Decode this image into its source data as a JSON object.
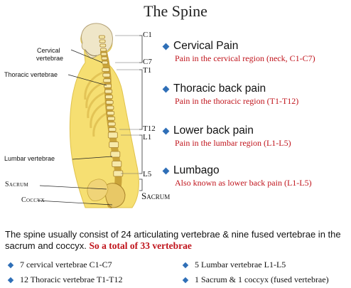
{
  "title": "The Spine",
  "anatomy_labels": {
    "cervical_vertebrae_line1": "Cervical",
    "cervical_vertebrae_line2": "vertebrae",
    "thoracic_vertebrae": "Thoracic vertebrae",
    "lumbar_vertebrae": "Lumbar vertebrae",
    "sacrum": "Sacrum",
    "coccyx": "Coccyx"
  },
  "markers": {
    "c1": "C1",
    "c7": "C7",
    "t1": "T1",
    "t12": "T12",
    "l1": "L1",
    "l5": "L5",
    "sacrum": "Sacrum"
  },
  "sections": [
    {
      "heading": "Cervical Pain",
      "description": "Pain in the cervical region (neck, C1-C7)"
    },
    {
      "heading": "Thoracic back pain",
      "description": "Pain in the thoracic region (T1-T12)"
    },
    {
      "heading": "Lower back pain",
      "description": "Pain in the lumbar region (L1-L5)"
    },
    {
      "heading": "Lumbago",
      "description": "Also known as lower back pain (L1-L5)"
    }
  ],
  "summary": {
    "text": "The spine usually consist of  24 articulating vertebrae  & nine fused vertebrae in the sacrum and coccyx.",
    "emphasis": "So a total of 33 vertebrae"
  },
  "counts": [
    "7 cervical vertebrae C1-C7",
    "5 Lumbar vertebrae L1-L5",
    "12  Thoracic vertebrae T1-T12",
    "1 Sacrum & 1 coccyx  (fused vertebrae)"
  ],
  "colors": {
    "accent_bullet": "#2f6fb7",
    "pain_text": "#c0141c",
    "body_fill": "#f6df72",
    "spine_fill": "#f3d25a"
  }
}
